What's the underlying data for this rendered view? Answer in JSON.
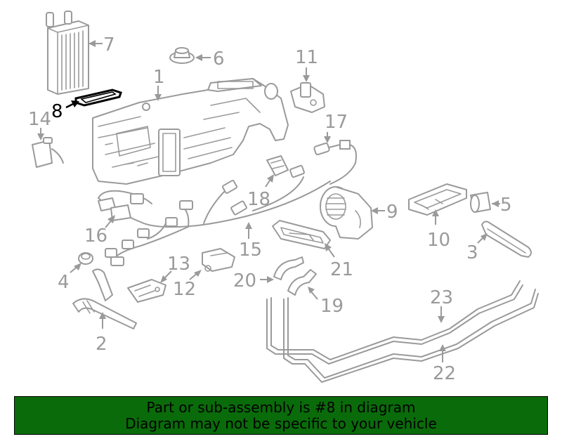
{
  "diagram": {
    "callouts": {
      "c1": "1",
      "c2": "2",
      "c3": "3",
      "c4": "4",
      "c5": "5",
      "c6": "6",
      "c7": "7",
      "c8": "8",
      "c9": "9",
      "c10": "10",
      "c11": "11",
      "c12": "12",
      "c13": "13",
      "c14": "14",
      "c15": "15",
      "c16": "16",
      "c17": "17",
      "c18": "18",
      "c19": "19",
      "c20": "20",
      "c21": "21",
      "c22": "22",
      "c23": "23"
    },
    "highlighted_part": "8"
  },
  "banner": {
    "line1": "Part or sub-assembly is #8 in diagram",
    "line2": "Diagram may not be specific to your vehicle",
    "background_color": "#0a6b0a"
  },
  "colors": {
    "line_art": "#9a9a9a",
    "highlight": "#000000"
  }
}
